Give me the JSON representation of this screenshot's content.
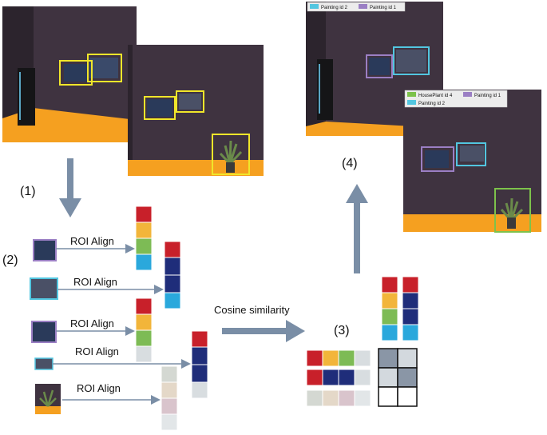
{
  "steps": {
    "s1": "(1)",
    "s2": "(2)",
    "s3": "(3)",
    "s4": "(4)"
  },
  "roi_labels": [
    "ROI Align",
    "ROI Align",
    "ROI Align",
    "ROI Align",
    "ROI Align"
  ],
  "similarity_label": "Cosine similarity",
  "result_top": {
    "legend": [
      "Painting id 2",
      "Painting id 1"
    ]
  },
  "result_bottom": {
    "legend_row1": [
      "HousePlant id 4",
      "Painting id 1"
    ],
    "legend_row2": [
      "Painting id 2"
    ]
  },
  "colors": {
    "wall": "#3f3340",
    "wall_dark": "#2c242d",
    "floor": "#f5a020",
    "detect_box": "#f0e62a",
    "painting_id1": "#9b7fc4",
    "painting_id2": "#52c6e0",
    "plant_id4": "#7dc24b",
    "arrow": "#7a8ea6",
    "feat_red": "#c8202a",
    "feat_yellow": "#f2b53a",
    "feat_green": "#7dbb55",
    "feat_cyan": "#2aa8dc",
    "feat_navy": "#1f2d7a",
    "feat_gray": "#d8dde0",
    "feat_beige": "#e4d8c8",
    "feat_pink": "#d9c4cc"
  }
}
